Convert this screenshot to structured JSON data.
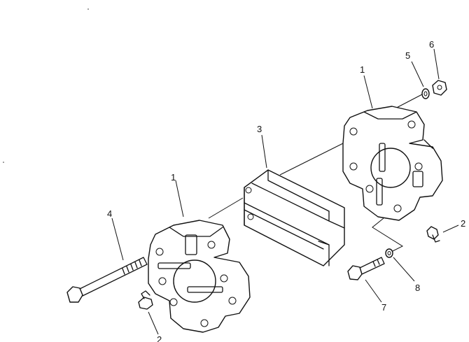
{
  "diagram": {
    "part_labels": [
      {
        "id": "coupling-right",
        "text": "1"
      },
      {
        "id": "coupling-left",
        "text": "1"
      },
      {
        "id": "grease-fitting-right",
        "text": "2"
      },
      {
        "id": "grease-fitting-left",
        "text": "2"
      },
      {
        "id": "center-element",
        "text": "3"
      },
      {
        "id": "long-bolt",
        "text": "4"
      },
      {
        "id": "lock-washer",
        "text": "5"
      },
      {
        "id": "nut",
        "text": "6"
      },
      {
        "id": "short-bolt",
        "text": "7"
      },
      {
        "id": "flat-washer",
        "text": "8"
      }
    ]
  }
}
